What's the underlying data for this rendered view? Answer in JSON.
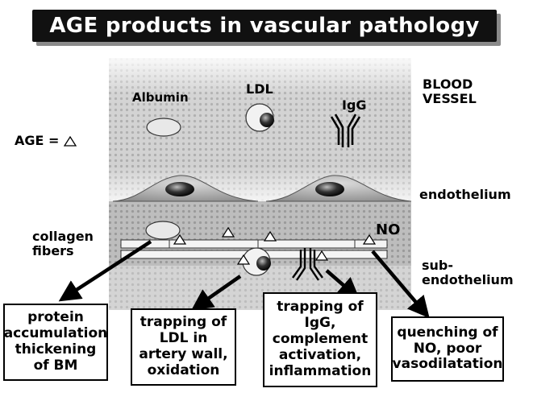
{
  "title": "AGE products in vascular pathology",
  "legend": {
    "text": "AGE =",
    "icon": "triangle-icon"
  },
  "blood_vessel": {
    "line1": "BLOOD",
    "line2": "VESSEL"
  },
  "molecules": {
    "albumin": "Albumin",
    "ldl": "LDL",
    "igg": "IgG"
  },
  "layers": {
    "endothelium": "endothelium",
    "sub_line1": "sub-",
    "sub_line2": "endothelium",
    "collagen_line1": "collagen",
    "collagen_line2": "fibers"
  },
  "no_label": "NO",
  "boxes": {
    "protein": "protein\naccumulation\nthickening\nof BM",
    "ldl": "trapping of\nLDL in\nartery wall,\noxidation",
    "igg": "trapping of\nIgG,\ncomplement\nactivation,\ninflammation",
    "no": "quenching of\nNO, poor\nvasodilatation"
  }
}
